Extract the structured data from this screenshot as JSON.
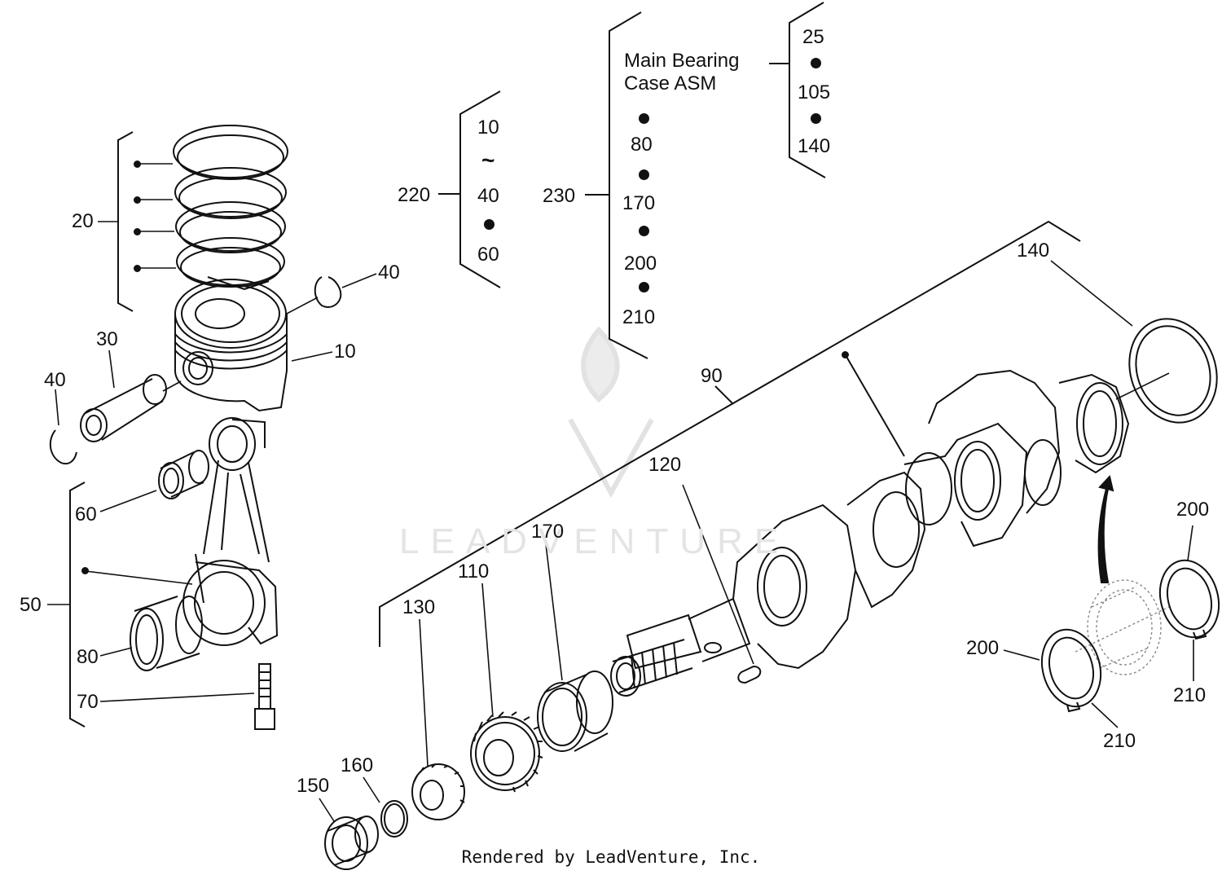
{
  "assembly_title": "Main Bearing\nCase ASM",
  "callouts": {
    "c20": "20",
    "c30": "30",
    "c40_left": "40",
    "c40_right": "40",
    "c10": "10",
    "c60": "60",
    "c50": "50",
    "c80": "80",
    "c70": "70",
    "c220": "220",
    "c230": "230",
    "c90": "90",
    "c120": "120",
    "c170": "170",
    "c110": "110",
    "c130": "130",
    "c160": "160",
    "c150": "150",
    "c140": "140",
    "c200_left": "200",
    "c200_right": "200",
    "c210_left": "210",
    "c210_right": "210"
  },
  "group_220": [
    "10",
    "~",
    "40",
    "60"
  ],
  "group_230": [
    "80",
    "170",
    "200",
    "210"
  ],
  "group_main_bearing": [
    "25",
    "105",
    "140"
  ],
  "watermark": "LEADVENTURE",
  "footer": "Rendered by LeadVenture, Inc."
}
